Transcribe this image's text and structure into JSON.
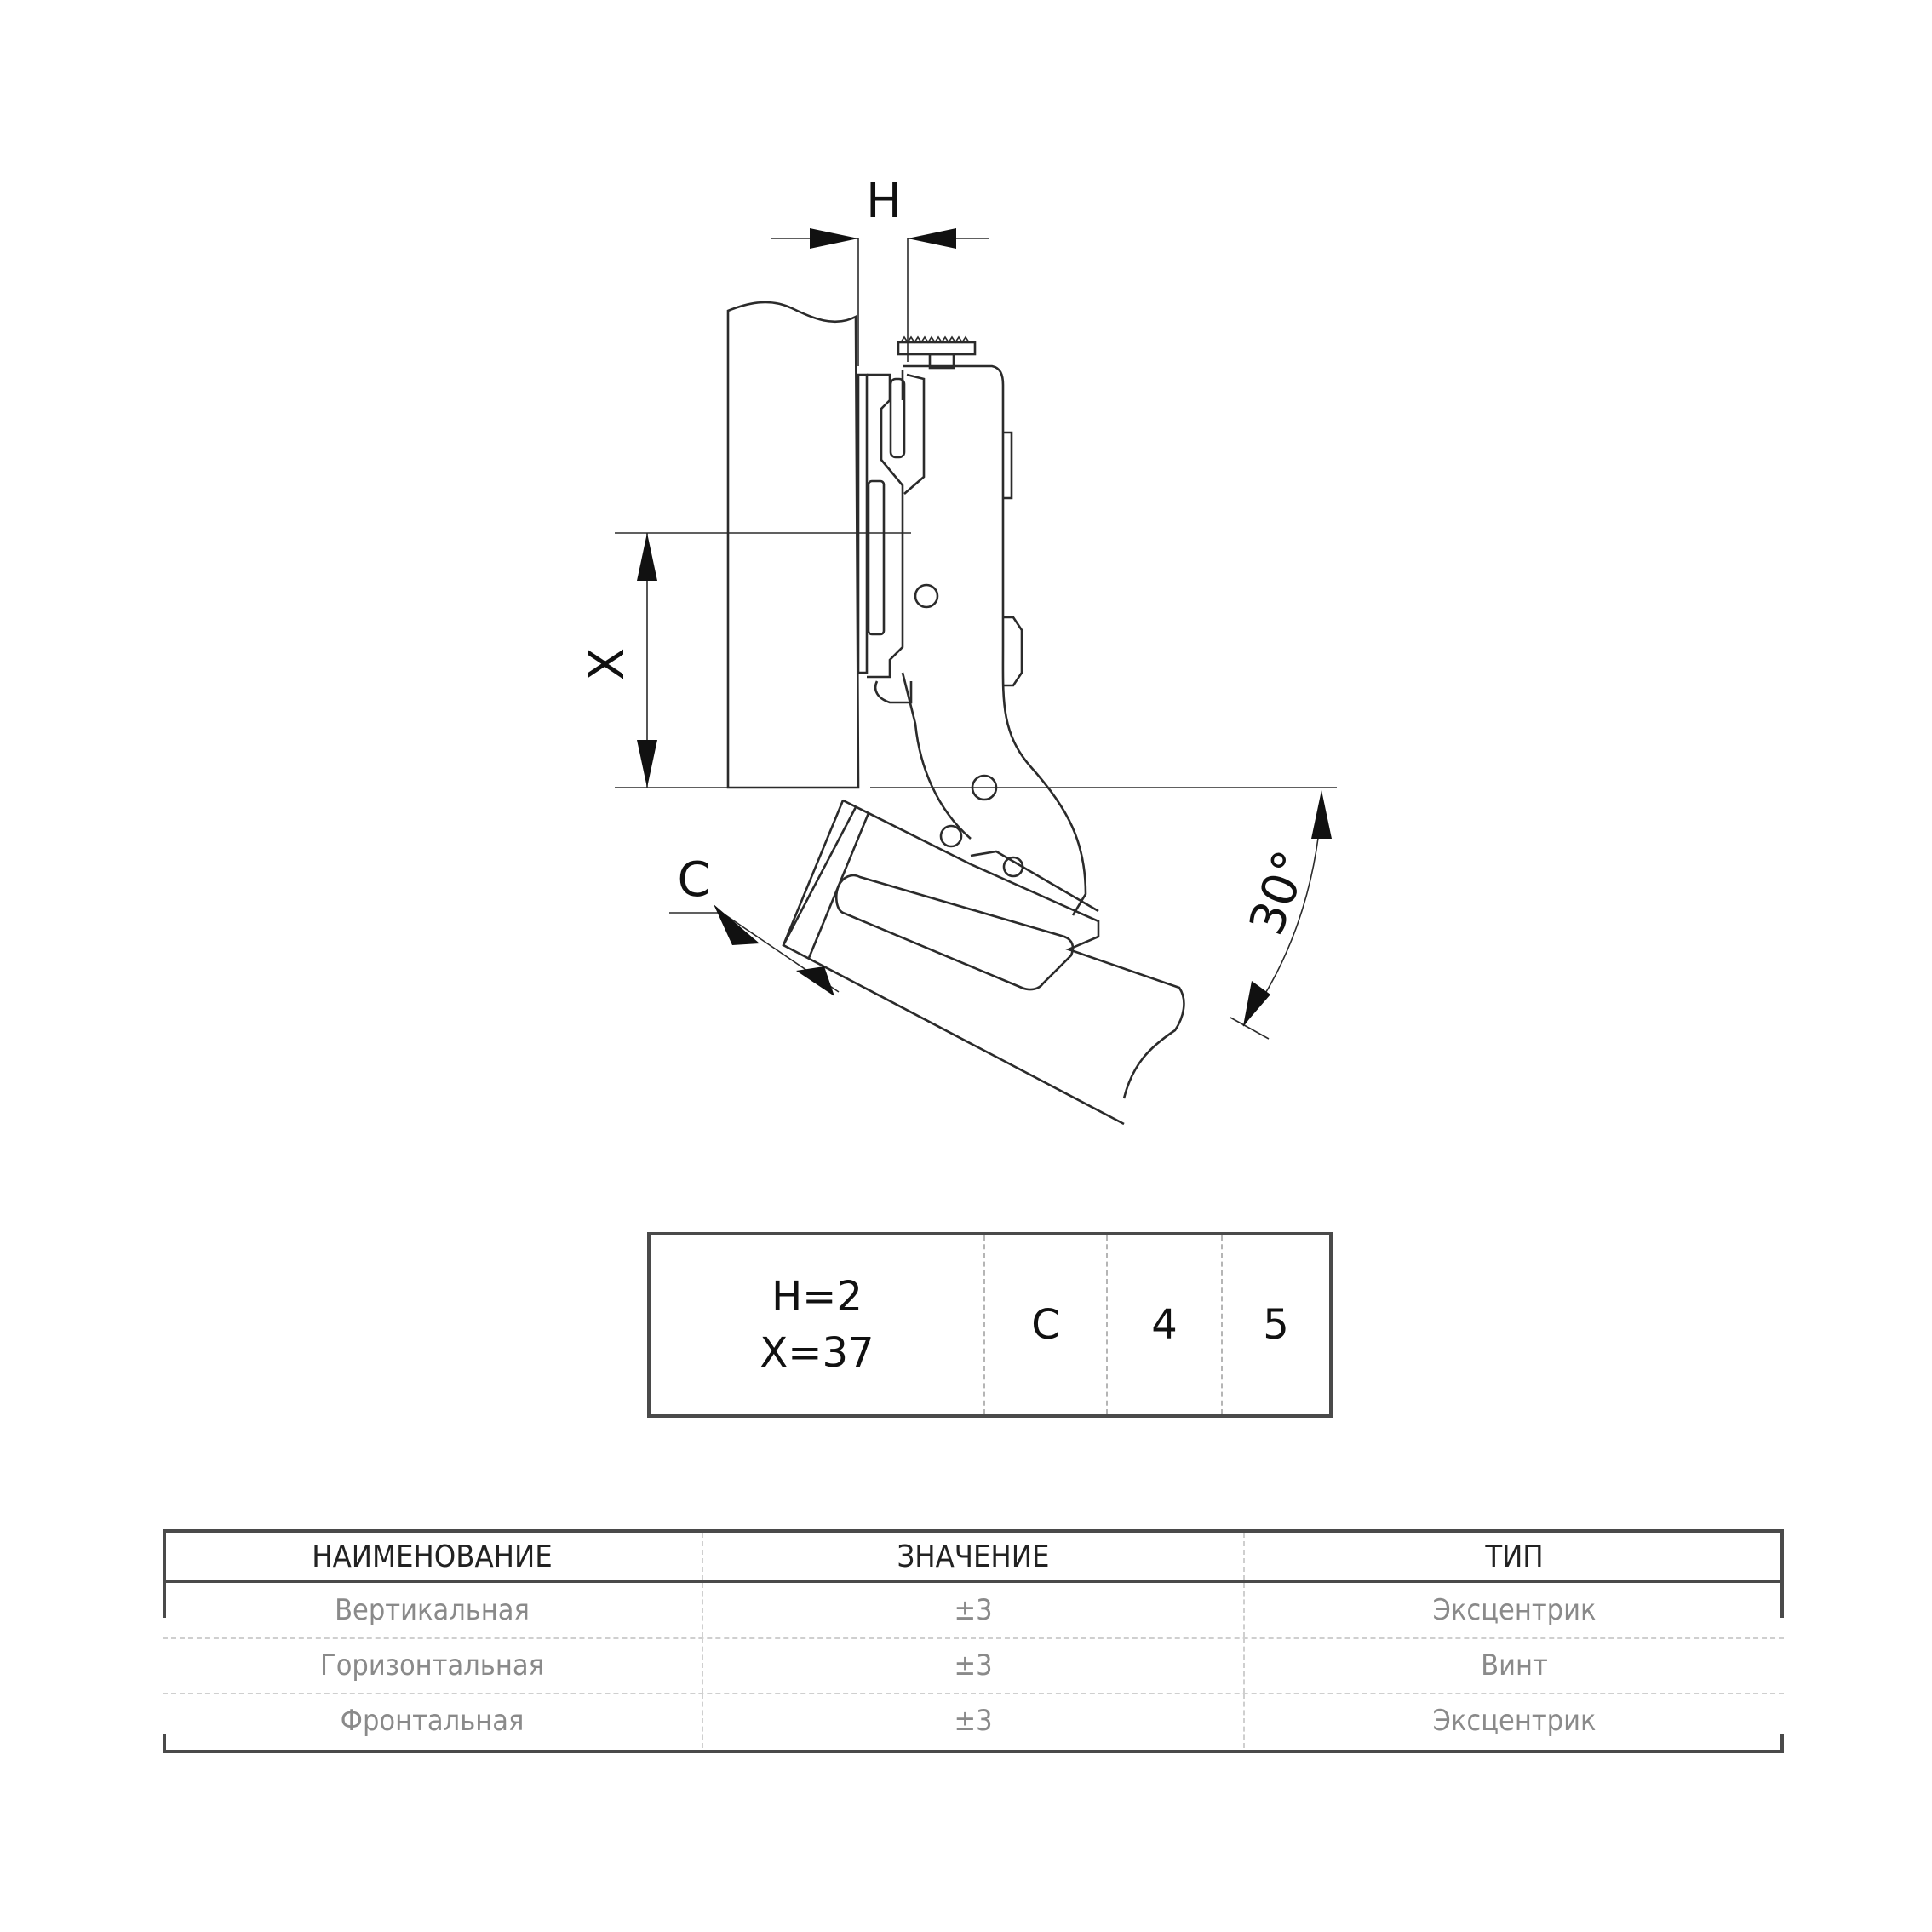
{
  "drawing": {
    "dimension_labels": {
      "h": "H",
      "x": "X",
      "c": "C",
      "angle": "30°"
    }
  },
  "spec_table": {
    "h_value": "H=2",
    "x_value": "X=37",
    "type_code": "C",
    "col_a": "4",
    "col_b": "5"
  },
  "adjustment_table": {
    "headers": [
      "НАИМЕНОВАНИЕ",
      "ЗНАЧЕНИЕ",
      "ТИП"
    ],
    "rows": [
      {
        "name": "Вертикальная",
        "value": "±3",
        "type": "Эксцентрик"
      },
      {
        "name": "Горизонтальная",
        "value": "±3",
        "type": "Винт"
      },
      {
        "name": "Фронтальная",
        "value": "±3",
        "type": "Эксцентрик"
      }
    ]
  }
}
